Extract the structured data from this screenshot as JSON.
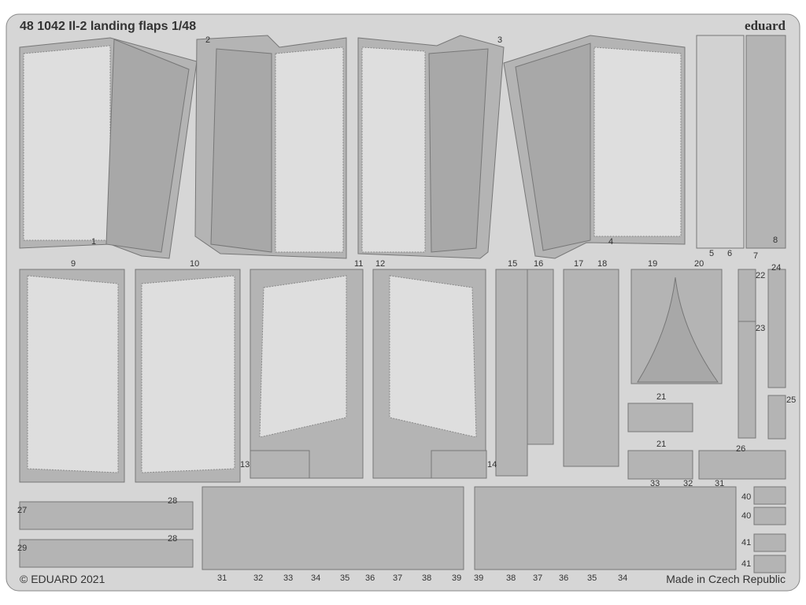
{
  "fret": {
    "title": "48 1042  Il-2 landing flaps   1/48",
    "brand": "eduard",
    "copyright": "© EDUARD 2021",
    "origin": "Made in Czech Republic",
    "colors": {
      "sheet": "#d6d6d6",
      "part": "#b4b4b4",
      "panel": "#dedede",
      "outline": "#777777"
    }
  },
  "labels": [
    "1",
    "2",
    "3",
    "4",
    "5",
    "6",
    "7",
    "8",
    "9",
    "10",
    "11",
    "12",
    "13",
    "14",
    "15",
    "16",
    "17",
    "18",
    "19",
    "20",
    "21",
    "21",
    "22",
    "23",
    "24",
    "25",
    "26",
    "27",
    "28",
    "28",
    "29",
    "31",
    "32",
    "33",
    "40",
    "40",
    "41",
    "41"
  ],
  "bottom_labels": [
    "31",
    "32",
    "33",
    "34",
    "35",
    "36",
    "37",
    "38",
    "39",
    "39",
    "38",
    "37",
    "36",
    "35",
    "34"
  ]
}
